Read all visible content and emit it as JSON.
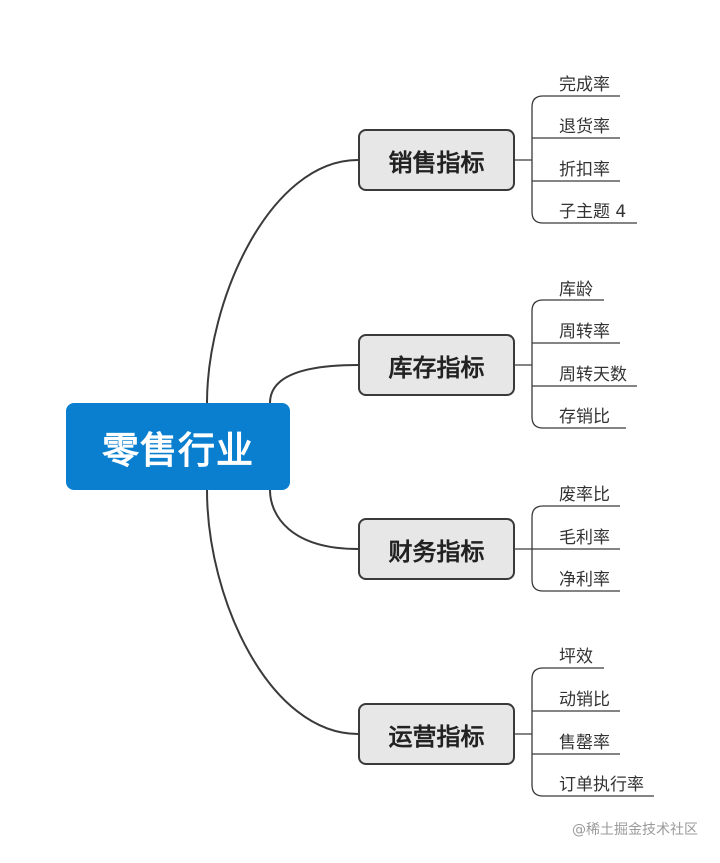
{
  "root": {
    "label": "零售行业"
  },
  "branches": [
    {
      "label": "销售指标",
      "leaves": [
        "完成率",
        "退货率",
        "折扣率",
        "子主题 4"
      ]
    },
    {
      "label": "库存指标",
      "leaves": [
        "库龄",
        "周转率",
        "周转天数",
        "存销比"
      ]
    },
    {
      "label": "财务指标",
      "leaves": [
        "废率比",
        "毛利率",
        "净利率"
      ]
    },
    {
      "label": "运营指标",
      "leaves": [
        "坪效",
        "动销比",
        "售罄率",
        "订单执行率"
      ]
    }
  ],
  "watermark": "@稀土掘金技术社区",
  "colors": {
    "root_bg": "#0a7fcf",
    "branch_bg": "#e7e7e7",
    "line": "#3a3a3a"
  }
}
